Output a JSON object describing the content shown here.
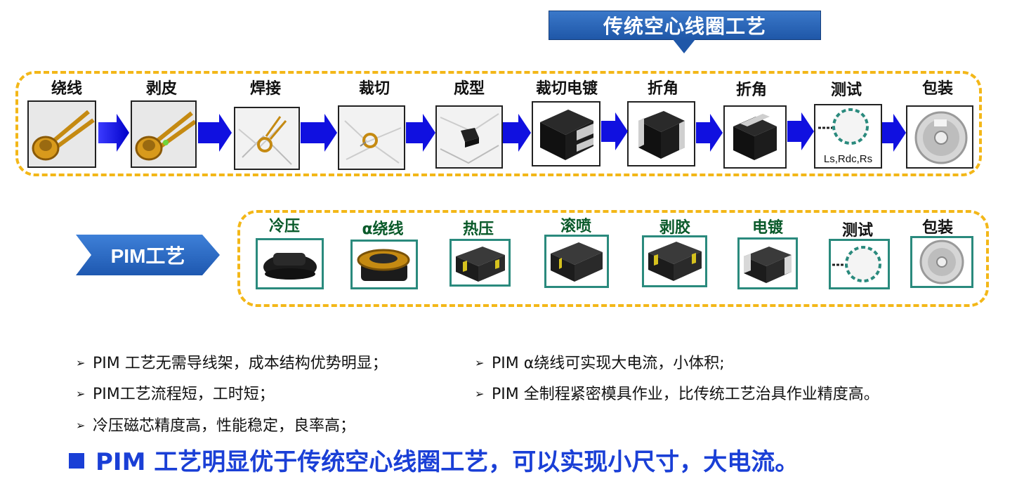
{
  "traditional": {
    "banner": "传统空心线圈工艺",
    "steps": [
      {
        "label": "绕线",
        "icon": "coil-icon"
      },
      {
        "label": "剥皮",
        "icon": "stripped-coil-icon"
      },
      {
        "label": "焊接",
        "icon": "welded-coil-icon"
      },
      {
        "label": "裁切",
        "icon": "cut-coil-icon"
      },
      {
        "label": "成型",
        "icon": "molded-part-icon"
      },
      {
        "label": "裁切电镀",
        "icon": "plated-part-icon"
      },
      {
        "label": "折角",
        "icon": "bent-terminal-icon"
      },
      {
        "label": "折角",
        "icon": "bent-terminal-icon"
      },
      {
        "label": "测试",
        "icon": "test-reel-icon",
        "caption": "Ls,Rdc,Rs"
      },
      {
        "label": "包装",
        "icon": "packaging-reel-icon"
      }
    ]
  },
  "pim": {
    "title": "PIM工艺",
    "steps": [
      {
        "label": "冷压",
        "icon": "cold-press-core-icon"
      },
      {
        "label": "α绕线",
        "icon": "alpha-winding-icon"
      },
      {
        "label": "热压",
        "icon": "hot-press-part-icon"
      },
      {
        "label": "滚喷",
        "icon": "spray-part-icon"
      },
      {
        "label": "剥胶",
        "icon": "stripped-part-icon"
      },
      {
        "label": "电镀",
        "icon": "electroplated-part-icon"
      },
      {
        "label": "测试",
        "icon": "test-reel-icon"
      },
      {
        "label": "包装",
        "icon": "packaging-reel-icon"
      }
    ]
  },
  "bullets": {
    "b1": "PIM 工艺无需导线架，成本结构优势明显；",
    "b2": "PIM工艺流程短，工时短；",
    "b3": "冷压磁芯精度高，性能稳定，良率高；",
    "b4": "PIM α绕线可实现大电流，小体积;",
    "b5": "PIM 全制程紧密模具作业，比传统工艺治具作业精度高。",
    "marker": "➢"
  },
  "conclusion": "PIM 工艺明显优于传统空心线圈工艺，可以实现小尺寸，大电流。",
  "colors": {
    "accent_blue": "#1a3fd6",
    "frame_yellow": "#f3b718",
    "pim_green_border": "#2a8a7d",
    "banner_blue": "#1f57a8"
  }
}
